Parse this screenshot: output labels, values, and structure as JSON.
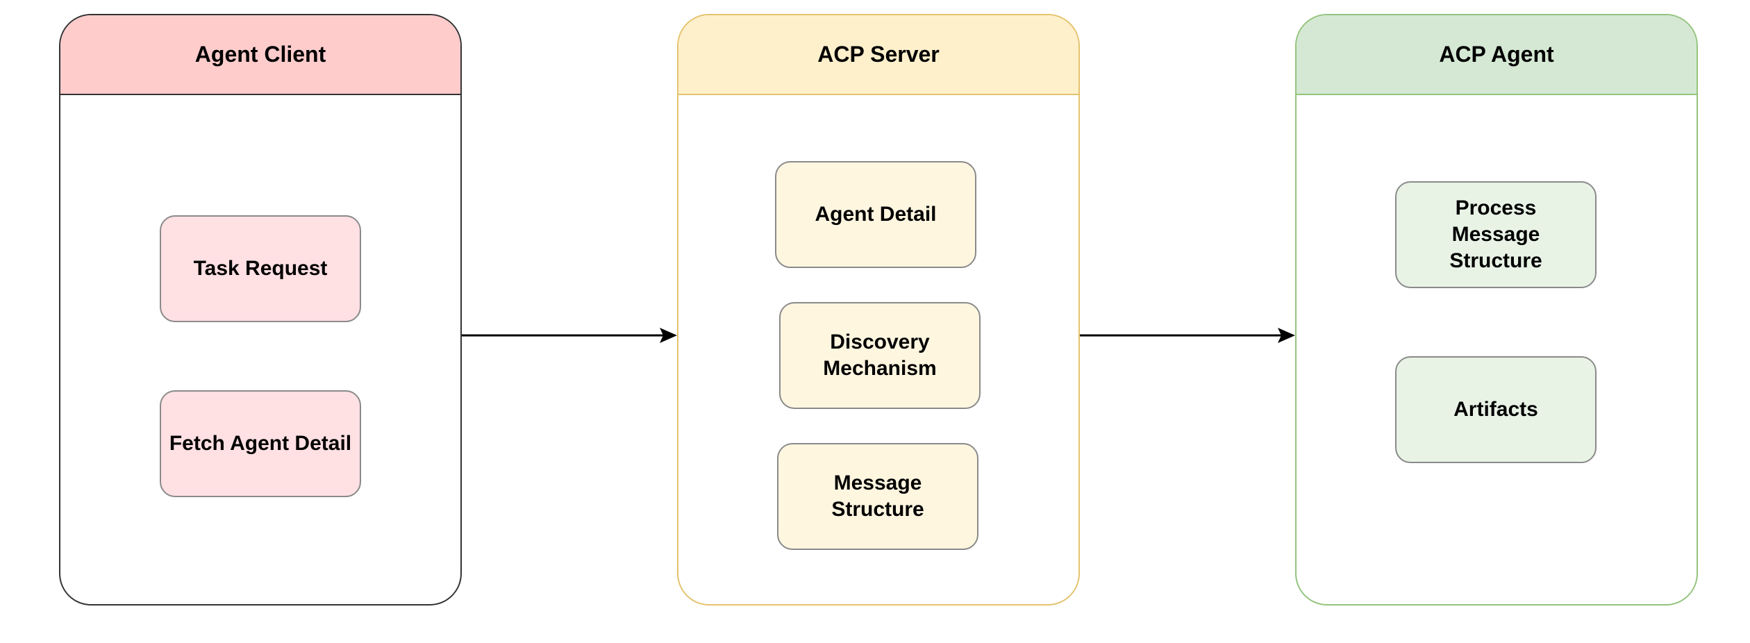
{
  "containers": {
    "client": {
      "title": "Agent Client"
    },
    "server": {
      "title": "ACP Server"
    },
    "agent": {
      "title": "ACP Agent"
    }
  },
  "nodes": {
    "task_request": "Task Request",
    "fetch_agent_detail": "Fetch Agent Detail",
    "agent_detail": "Agent Detail",
    "discovery_mechanism": [
      "Discovery",
      "Mechanism"
    ],
    "message_structure": [
      "Message",
      "Structure"
    ],
    "process_message_structure": [
      "Process",
      "Message",
      "Structure"
    ],
    "artifacts": "Artifacts"
  },
  "colors": {
    "client_header": "#ffcccc",
    "client_node": "#ffe0e3",
    "server_header": "#fff0cc",
    "server_node": "#fff6e0",
    "agent_header": "#d5e8d4",
    "agent_node": "#e8f3e6",
    "arrow": "#000000"
  }
}
